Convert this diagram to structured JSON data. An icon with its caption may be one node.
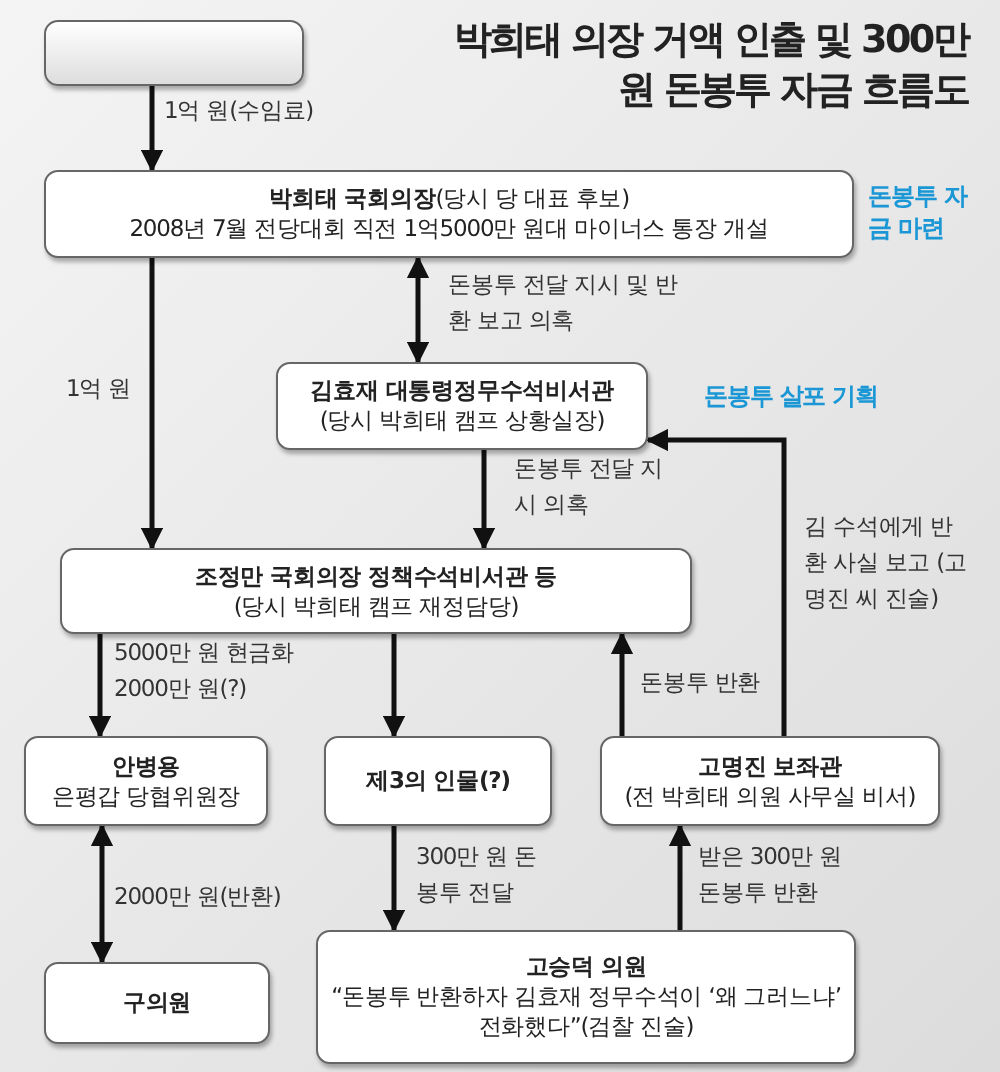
{
  "diagram": {
    "title": "박희태 의장 거액 인출 및 300만 원 돈봉투 자금 흐름도",
    "nodes": [
      {
        "text": [],
        "shape": "box"
      },
      {
        "text": [
          "**박희태 국회의장**(당시 당 대표 후보)",
          "2008년 7월 전당대회 직전 1억5000만 원대 마이너스 통장 개설"
        ],
        "beside": [
          "돈봉투 자금 마련"
        ]
      },
      {
        "text": [
          "김효재 대통령정무수석비서관",
          "(당시 박희태 캠프 상황실장)"
        ],
        "beside": [
          "돈봉투 살포 기획"
        ]
      },
      {
        "text": [
          "조정만 국회의장 정책수석비서관 등",
          "(당시 박희태 캠프 재정담당)"
        ]
      },
      {
        "text": [
          "안병용",
          "은평갑 당협위원장"
        ]
      },
      {
        "text": [
          "제3의 인물(?)"
        ]
      },
      {
        "text": [
          "고명진 보좌관",
          "(전 박희태 의원 사무실 비서)"
        ]
      },
      {
        "text": [
          "구의원"
        ]
      },
      {
        "text": [
          "고승덕 의원",
          "“돈봉투 반환하자 김효재 정무수석이 ‘왜 그러느냐’ 전화했다”(검찰 진술)"
        ]
      }
    ],
    "edges": [
      {
        "from": 0,
        "to": 1,
        "arrow": "to",
        "label": "1억 원(수임료)"
      },
      {
        "from": 1,
        "to": 2,
        "arrow": "both",
        "label": "돈봉투 전달 지시 및 반환 보고 의혹"
      },
      {
        "from": 1,
        "to": 3,
        "arrow": "to",
        "label": "1억 원"
      },
      {
        "from": 2,
        "to": 3,
        "arrow": "to",
        "label": "돈봉투 전달 지시 의혹"
      },
      {
        "from": 3,
        "to": 4,
        "arrow": "to",
        "label": "5000만 원 현금화 2000만 원(?)"
      },
      {
        "from": 3,
        "to": 5,
        "arrow": "to"
      },
      {
        "from": 6,
        "to": 3,
        "arrow": "to",
        "label": "돈봉투 반환"
      },
      {
        "from": 6,
        "to": 2,
        "arrow": "to",
        "label": "김 수석에게 반환 사실 보고 (고명진 씨 진술)"
      },
      {
        "from": 4,
        "to": 7,
        "arrow": "both",
        "label": "2000만 원(반환)"
      },
      {
        "from": 5,
        "to": 8,
        "arrow": "to",
        "label": "300만 원 돈봉투 전달"
      },
      {
        "from": 8,
        "to": 6,
        "arrow": "to",
        "label": "받은 300만 원 돈봉투 반환"
      }
    ]
  }
}
